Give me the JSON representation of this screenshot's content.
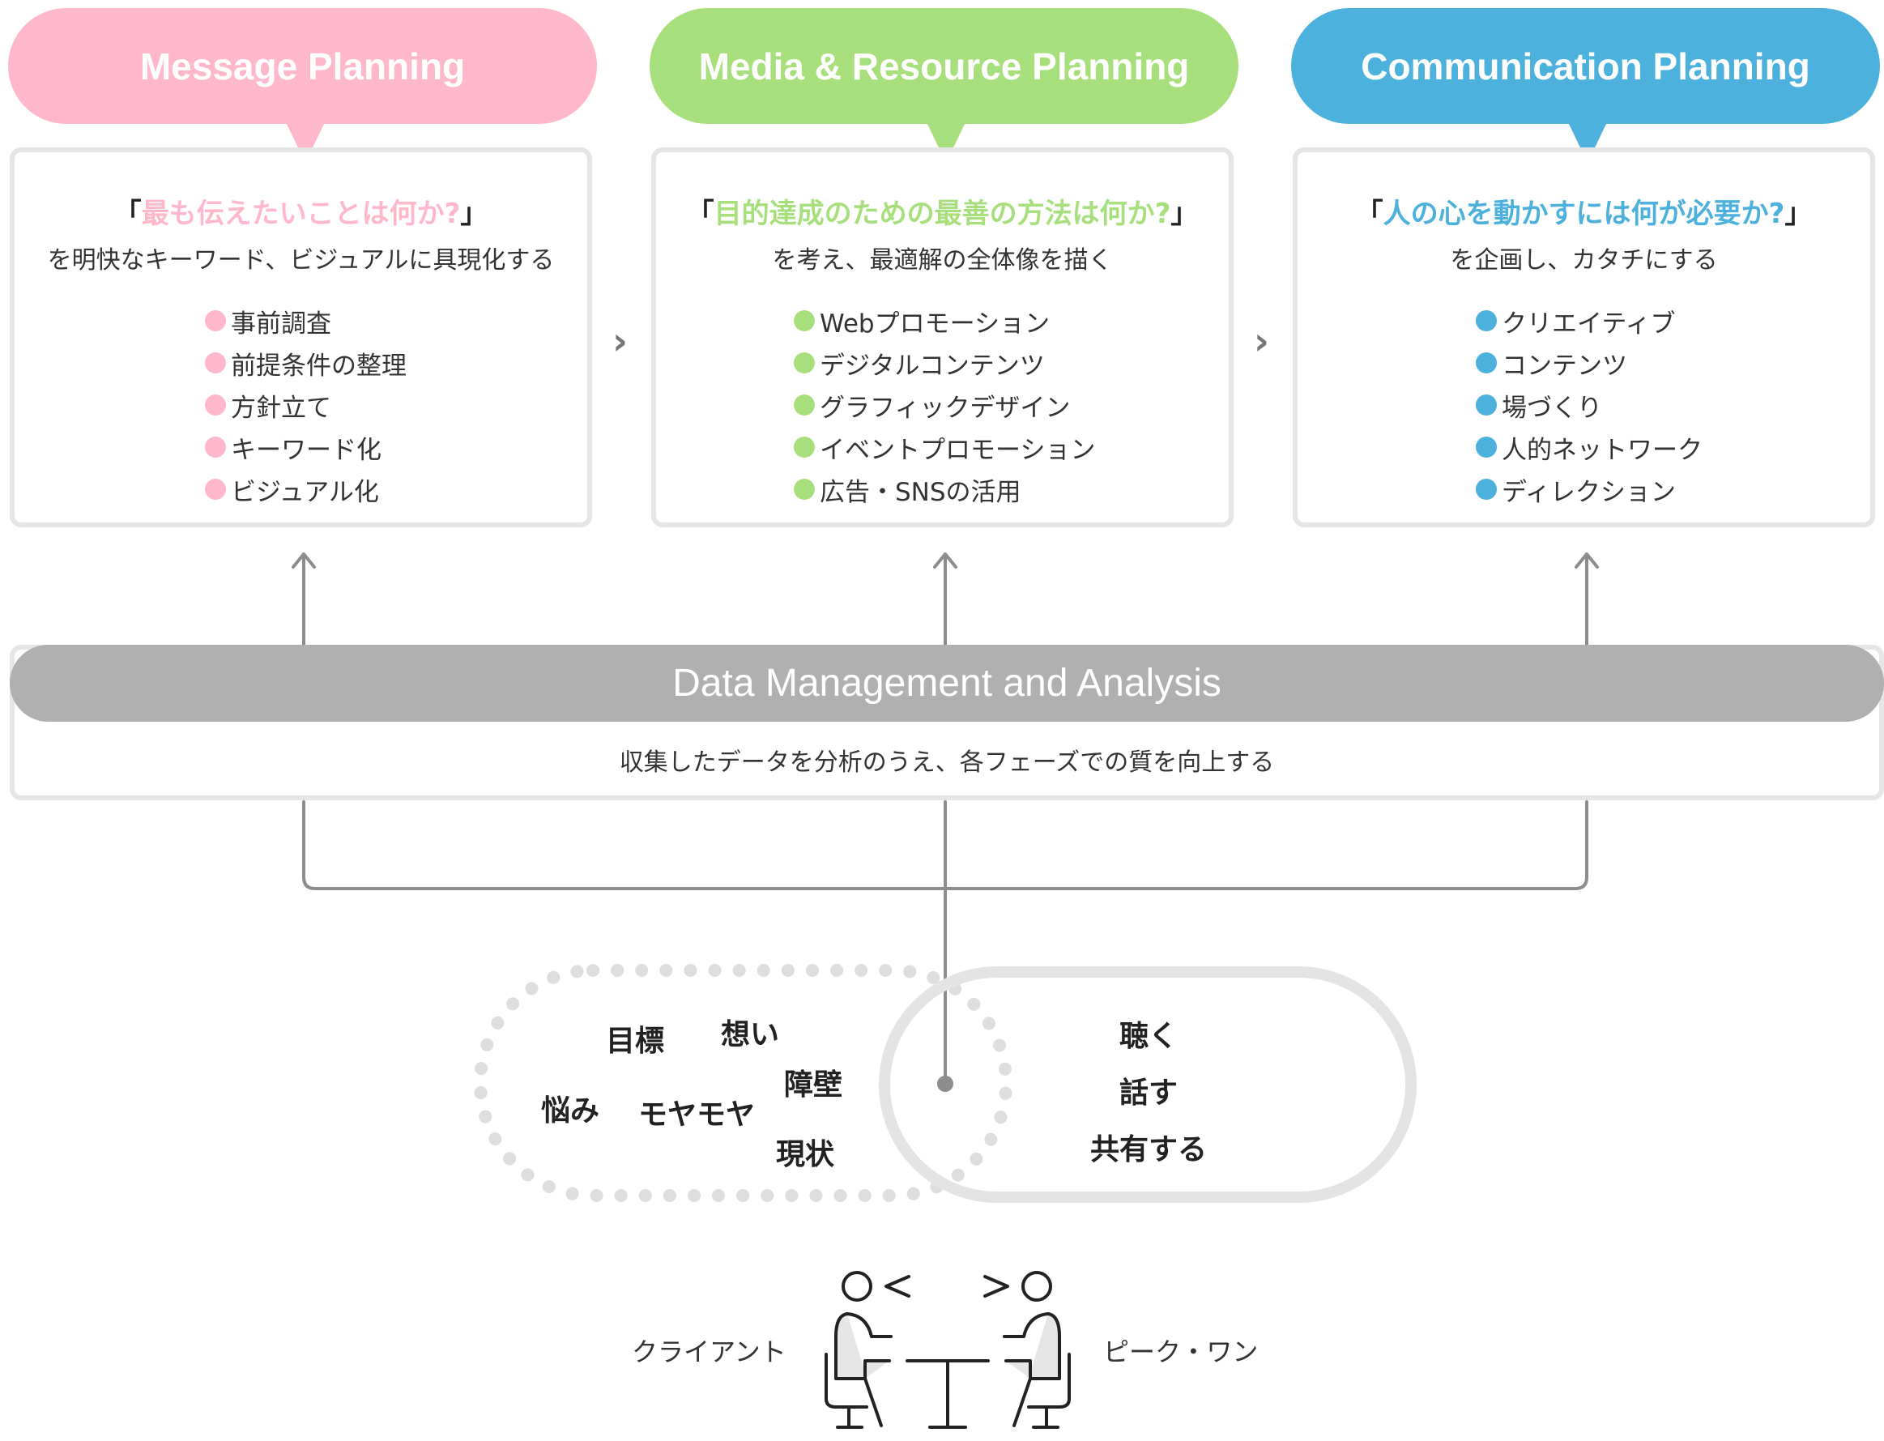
{
  "phases": [
    {
      "title": "Message Planning",
      "color": "#ffb7cb",
      "q_open": "「",
      "question": "最も伝えたいことは何か?",
      "q_close": "」",
      "subtitle": "を明快なキーワード、ビジュアルに具現化する",
      "items": [
        "事前調査",
        "前提条件の整理",
        "方針立て",
        "キーワード化",
        "ビジュアル化"
      ]
    },
    {
      "title": "Media & Resource Planning",
      "color": "#a6df7b",
      "q_open": "「",
      "question": "目的達成のための最善の方法は何か?",
      "q_close": "」",
      "subtitle": "を考え、最適解の全体像を描く",
      "items": [
        "Webプロモーション",
        "デジタルコンテンツ",
        "グラフィックデザイン",
        "イベントプロモーション",
        "広告・SNSの活用"
      ]
    },
    {
      "title": "Communication Planning",
      "color": "#4cb1dc",
      "q_open": "「",
      "question": "人の心を動かすには何が必要か?",
      "q_close": "」",
      "subtitle": "を企画し、カタチにする",
      "items": [
        "クリエイティブ",
        "コンテンツ",
        "場づくり",
        "人的ネットワーク",
        "ディレクション"
      ]
    }
  ],
  "data_bar": {
    "title": "Data Management and Analysis",
    "subtitle": "収集したデータを分析のうえ、各フェーズでの質を向上する"
  },
  "client_words": [
    "目標",
    "想い",
    "障壁",
    "悩み",
    "モヤモヤ",
    "現状"
  ],
  "dialogue_words": [
    "聴く",
    "話す",
    "共有する"
  ],
  "people": {
    "left_label": "クライアント",
    "right_label": "ピーク・ワン"
  },
  "colors": {
    "bar_gray": "#b0b0b0",
    "card_border": "#e6e6e6",
    "line_gray": "#8d8d8d",
    "ring_gray": "#e4e4e4"
  }
}
